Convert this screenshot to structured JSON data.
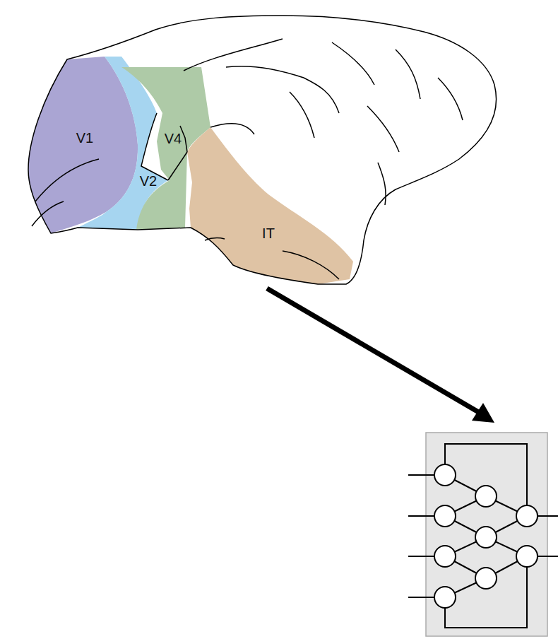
{
  "diagram": {
    "labels": [
      "V1",
      "V4",
      "V2",
      "IT"
    ]
  }
}
